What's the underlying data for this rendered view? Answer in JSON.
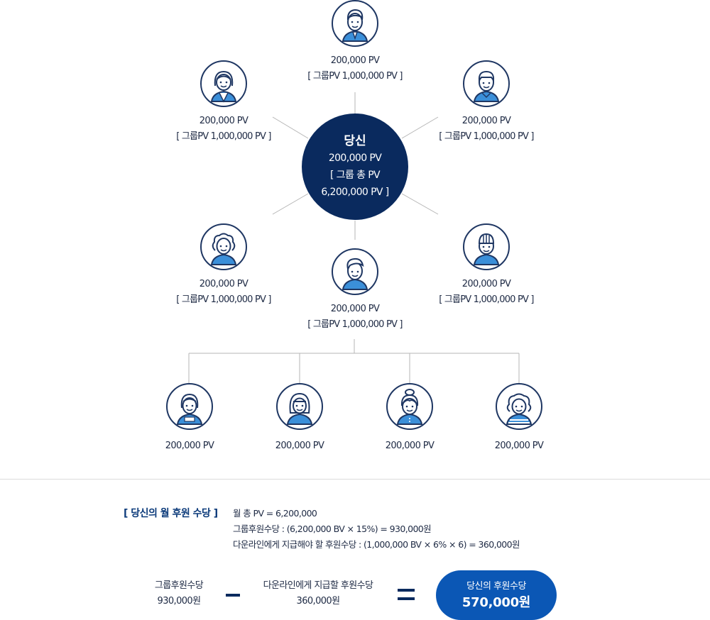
{
  "center": {
    "title": "당신",
    "pv": "200,000 PV",
    "group_line1": "[ 그룹 총 PV",
    "group_line2": "6,200,000 PV ]"
  },
  "members": [
    {
      "pv": "200,000 PV",
      "group": "[ 그룹PV 1,000,000 PV ]",
      "icon": "man-tie-icon"
    },
    {
      "pv": "200,000 PV",
      "group": "[ 그룹PV 1,000,000 PV ]",
      "icon": "woman-short-hair-icon"
    },
    {
      "pv": "200,000 PV",
      "group": "[ 그룹PV 1,000,000 PV ]",
      "icon": "man-sweater-icon"
    },
    {
      "pv": "200,000 PV",
      "group": "[ 그룹PV 1,000,000 PV ]",
      "icon": "woman-curly-hair-icon"
    },
    {
      "pv": "200,000 PV",
      "group": "[ 그룹PV 1,000,000 PV ]",
      "icon": "boy-cap-icon"
    },
    {
      "pv": "200,000 PV",
      "group": "[ 그룹PV 1,000,000 PV ]",
      "icon": "young-man-icon"
    }
  ],
  "downline": [
    {
      "pv": "200,000 PV",
      "icon": "girl-short-hair-icon"
    },
    {
      "pv": "200,000 PV",
      "icon": "girl-bob-hair-icon"
    },
    {
      "pv": "200,000 PV",
      "icon": "woman-bun-hair-icon"
    },
    {
      "pv": "200,000 PV",
      "icon": "grandma-icon"
    }
  ],
  "summary": {
    "label": "[ 당신의 월 후원 수당 ]",
    "lines": [
      "월 총 PV = 6,200,000",
      "그룹후원수당 : (6,200,000 BV × 15%) = 930,000원",
      "다운라인에게 지급해야 할 후원수당 : (1,000,000 BV × 6% × 6) = 360,000원"
    ]
  },
  "equation": {
    "group_bonus_label": "그룹후원수당",
    "group_bonus_value": "930,000원",
    "downline_label": "다운라인에게 지급할 후원수당",
    "downline_value": "360,000원",
    "result_label": "당신의 후원수당",
    "result_value": "570,000원"
  },
  "colors": {
    "navy": "#0a2a5e",
    "outline": "#1f3763",
    "shirt_blue": "#3b8fd9",
    "result_blue": "#0b57b5",
    "line_gray": "#b5b5b5"
  }
}
